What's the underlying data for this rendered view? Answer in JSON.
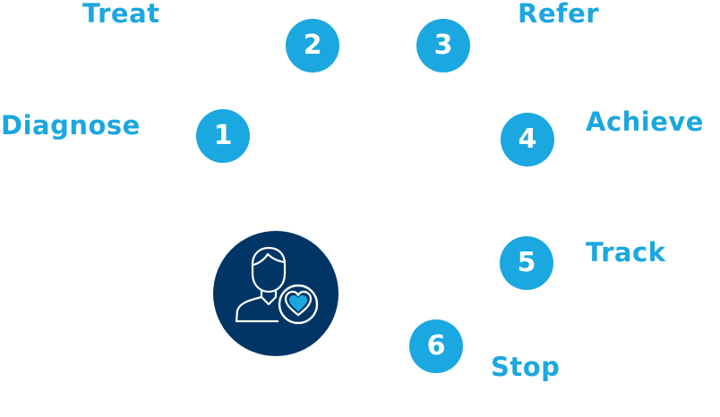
{
  "colors": {
    "accent": "#1ba7df",
    "center_badge": "#003566",
    "number_text": "#ffffff"
  },
  "center_icon": "person-with-heart-icon",
  "steps": [
    {
      "number": "1",
      "label": "Diagnose"
    },
    {
      "number": "2",
      "label": "Treat"
    },
    {
      "number": "3",
      "label": "Refer"
    },
    {
      "number": "4",
      "label": "Achieve"
    },
    {
      "number": "5",
      "label": "Track"
    },
    {
      "number": "6",
      "label": "Stop"
    }
  ]
}
